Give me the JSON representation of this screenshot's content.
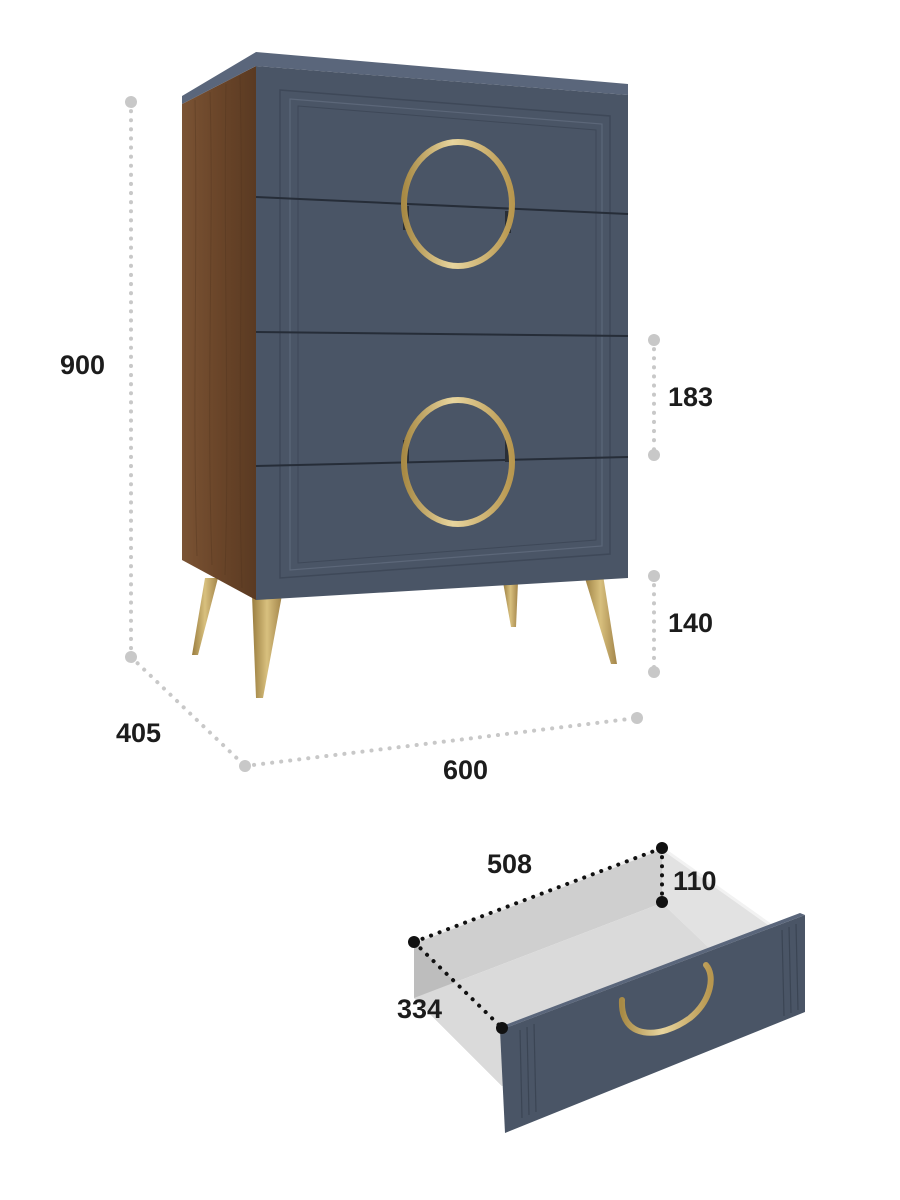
{
  "dimensions": {
    "height_total": "900",
    "depth": "405",
    "width": "600",
    "drawer_front_height": "183",
    "leg_height": "140",
    "drawer_inner_width": "508",
    "drawer_inner_height": "110",
    "drawer_inner_depth": "334"
  },
  "colors": {
    "front_navy": "#4a5566",
    "front_navy_dark": "#3b4554",
    "top_edge": "#59657a",
    "walnut": "#6e4a2e",
    "walnut_dark": "#553822",
    "brass": "#c9a85c",
    "brass_light": "#e6d29a",
    "dim_dot": "#c8c8c8",
    "drawer_inner": "#d9d9d9",
    "drawer_bottom": "#c8c8c8",
    "label": "#1c1c1c"
  },
  "icons": {
    "drawer_handle": "ring-handle-icon",
    "drawer_pull": "arc-pull-icon"
  }
}
